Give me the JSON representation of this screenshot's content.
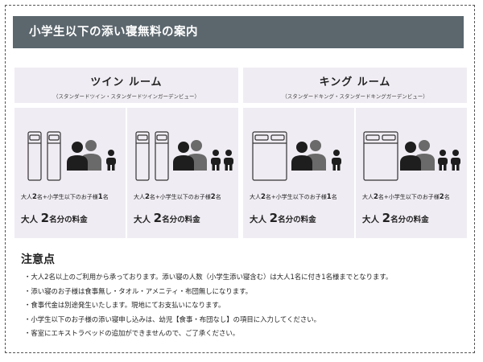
{
  "title": "小学生以下の添い寝無料の案内",
  "rooms": [
    {
      "name": "ツイン ルーム",
      "sub": "（スタンダードツイン・スタンダードツインガーデンビュー）"
    },
    {
      "name": "キング ルーム",
      "sub": "（スタンダードキング・スタンダードキングガーデンビュー）"
    }
  ],
  "cards": [
    {
      "line1_pre": "大人",
      "adults": "2",
      "line1_mid": "名+小学生以下のお子様",
      "children": "1",
      "line1_post": "名",
      "fee_pre": "大人",
      "fee_num": "2",
      "fee_post": "名分の料金"
    },
    {
      "line1_pre": "大人",
      "adults": "2",
      "line1_mid": "名+小学生以下のお子様",
      "children": "2",
      "line1_post": "名",
      "fee_pre": "大人",
      "fee_num": "2",
      "fee_post": "名分の料金"
    },
    {
      "line1_pre": "大人",
      "adults": "2",
      "line1_mid": "名+小学生以下のお子様",
      "children": "1",
      "line1_post": "名",
      "fee_pre": "大人",
      "fee_num": "2",
      "fee_post": "名分の料金"
    },
    {
      "line1_pre": "大人",
      "adults": "2",
      "line1_mid": "名+小学生以下のお子様",
      "children": "2",
      "line1_post": "名",
      "fee_pre": "大人",
      "fee_num": "2",
      "fee_post": "名分の料金"
    }
  ],
  "notes_title": "注意点",
  "notes": [
    "・大人2名以上のご利用から承っております。添い寝の人数（小学生添い寝含む）は大人1名に付き1名様までとなります。",
    "・添い寝のお子様は食事無し・タオル・アメニティ・布団無しになります。",
    "・食事代金は別途発生いたします。現地にてお支払いになります。",
    "・小学生以下のお子様の添い寝申し込みは、幼児【食事・布団なし】の項目に入力してください。",
    "・客室にエキストラベッドの追加ができませんので、ご了承ください。"
  ],
  "icons": {
    "bed": "bed-icon",
    "adult": "adult-person-icon",
    "child": "child-person-icon"
  },
  "colors": {
    "title_bg": "#5b666d",
    "panel_bg": "#f0ecf3",
    "adult_front": "#1e1e1e",
    "adult_back": "#6a6a6a"
  }
}
